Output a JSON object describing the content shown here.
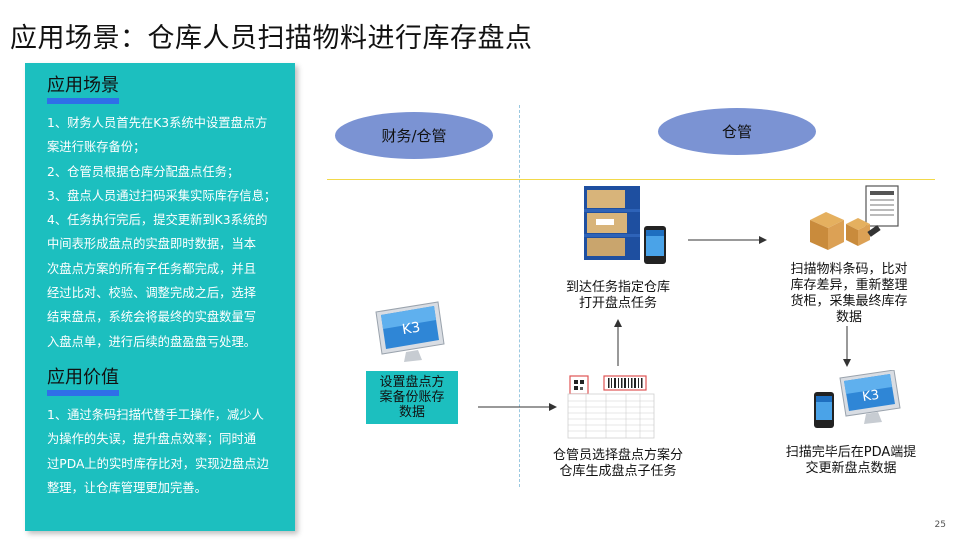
{
  "page": {
    "title": "应用场景：仓库人员扫描物料进行库存盘点",
    "page_number": "25"
  },
  "panel": {
    "scene_heading": "应用场景",
    "scene_lines": [
      "1、财务人员首先在K3系统中设置盘点方",
      "案进行账存备份；",
      "2、仓管员根据仓库分配盘点任务；",
      "3、盘点人员通过扫码采集实际库存信息；",
      "4、任务执行完后，提交更新到K3系统的",
      "中间表形成盘点的实盘即时数据，当本",
      "次盘点方案的所有子任务都完成，并且",
      "经过比对、校验、调整完成之后，选择",
      "结束盘点，系统会将最终的实盘数量写",
      "入盘点单，进行后续的盘盈盘亏处理。"
    ],
    "value_heading": "应用价值",
    "value_lines": [
      "1、通过条码扫描代替手工操作，减少人",
      "为操作的失误，提升盘点效率；同时通",
      "过PDA上的实时库存比对，实现边盘点边",
      "整理，让仓库管理更加完善。"
    ]
  },
  "diagram": {
    "lane_finance": "财务/仓管",
    "lane_warehouse": "仓管",
    "step_setup_lines": [
      "设置盘点方",
      "案备份账存",
      "数据"
    ],
    "step_assign_lines": [
      "仓管员选择盘点方案分",
      "仓库生成盘点子任务"
    ],
    "step_arrive_lines": [
      "到达任务指定仓库",
      "打开盘点任务"
    ],
    "step_scan_lines": [
      "扫描物料条码，比对",
      "库存差异，重新整理",
      "货柜，采集最终库存",
      "数据"
    ],
    "step_submit_lines": [
      "扫描完毕后在PDA端提",
      "交更新盘点数据"
    ],
    "k3_label_1": "K3",
    "k3_label_2": "K3"
  },
  "colors": {
    "panel": "#1cbfbf",
    "heading_underline": "#2f6fe8",
    "ellipse": "#7b93d3",
    "lane_divider": "#f2d94a"
  }
}
